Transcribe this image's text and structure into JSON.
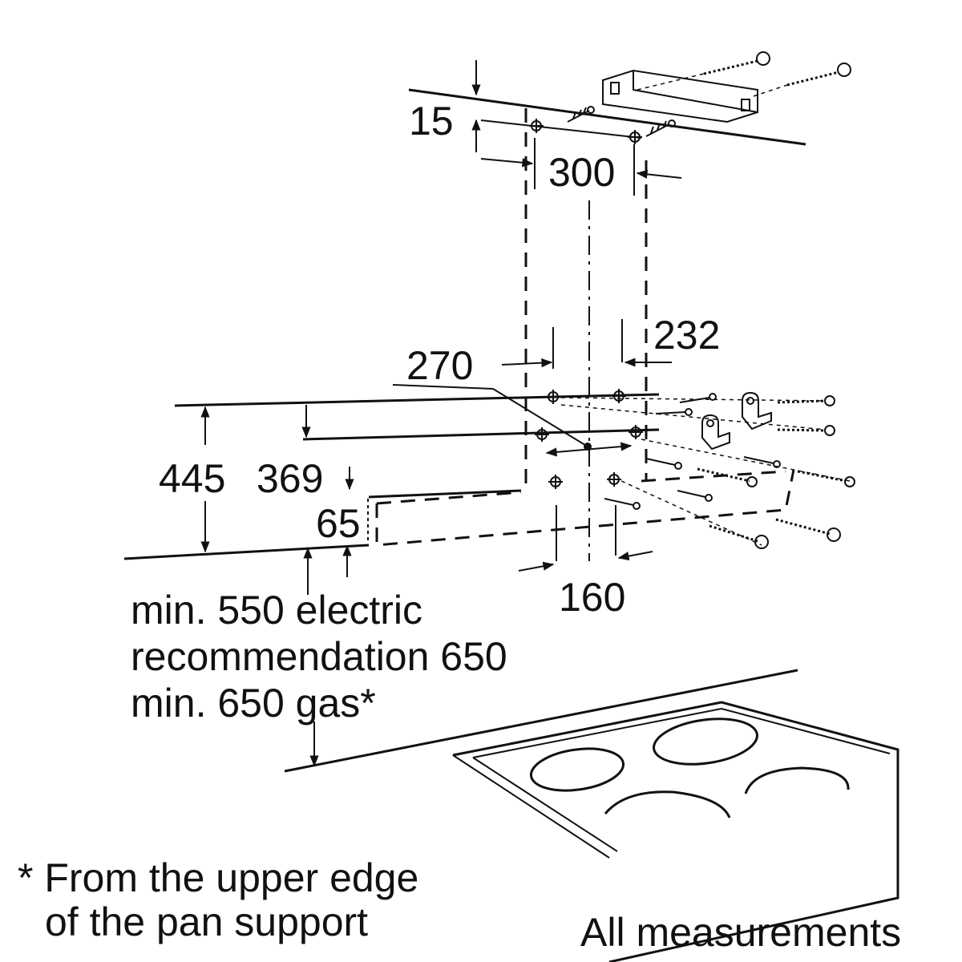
{
  "dimensions": {
    "d15": "15",
    "d300": "300",
    "d232": "232",
    "d270": "270",
    "d445": "445",
    "d369": "369",
    "d65": "65",
    "d160": "160"
  },
  "height_notes": {
    "line1": "min. 550 electric",
    "line2": "recommendation 650",
    "line3": "min. 650 gas*"
  },
  "footnote": {
    "line1": "* From the upper edge",
    "line2": "of the pan support"
  },
  "footer_caption": "All measurements"
}
